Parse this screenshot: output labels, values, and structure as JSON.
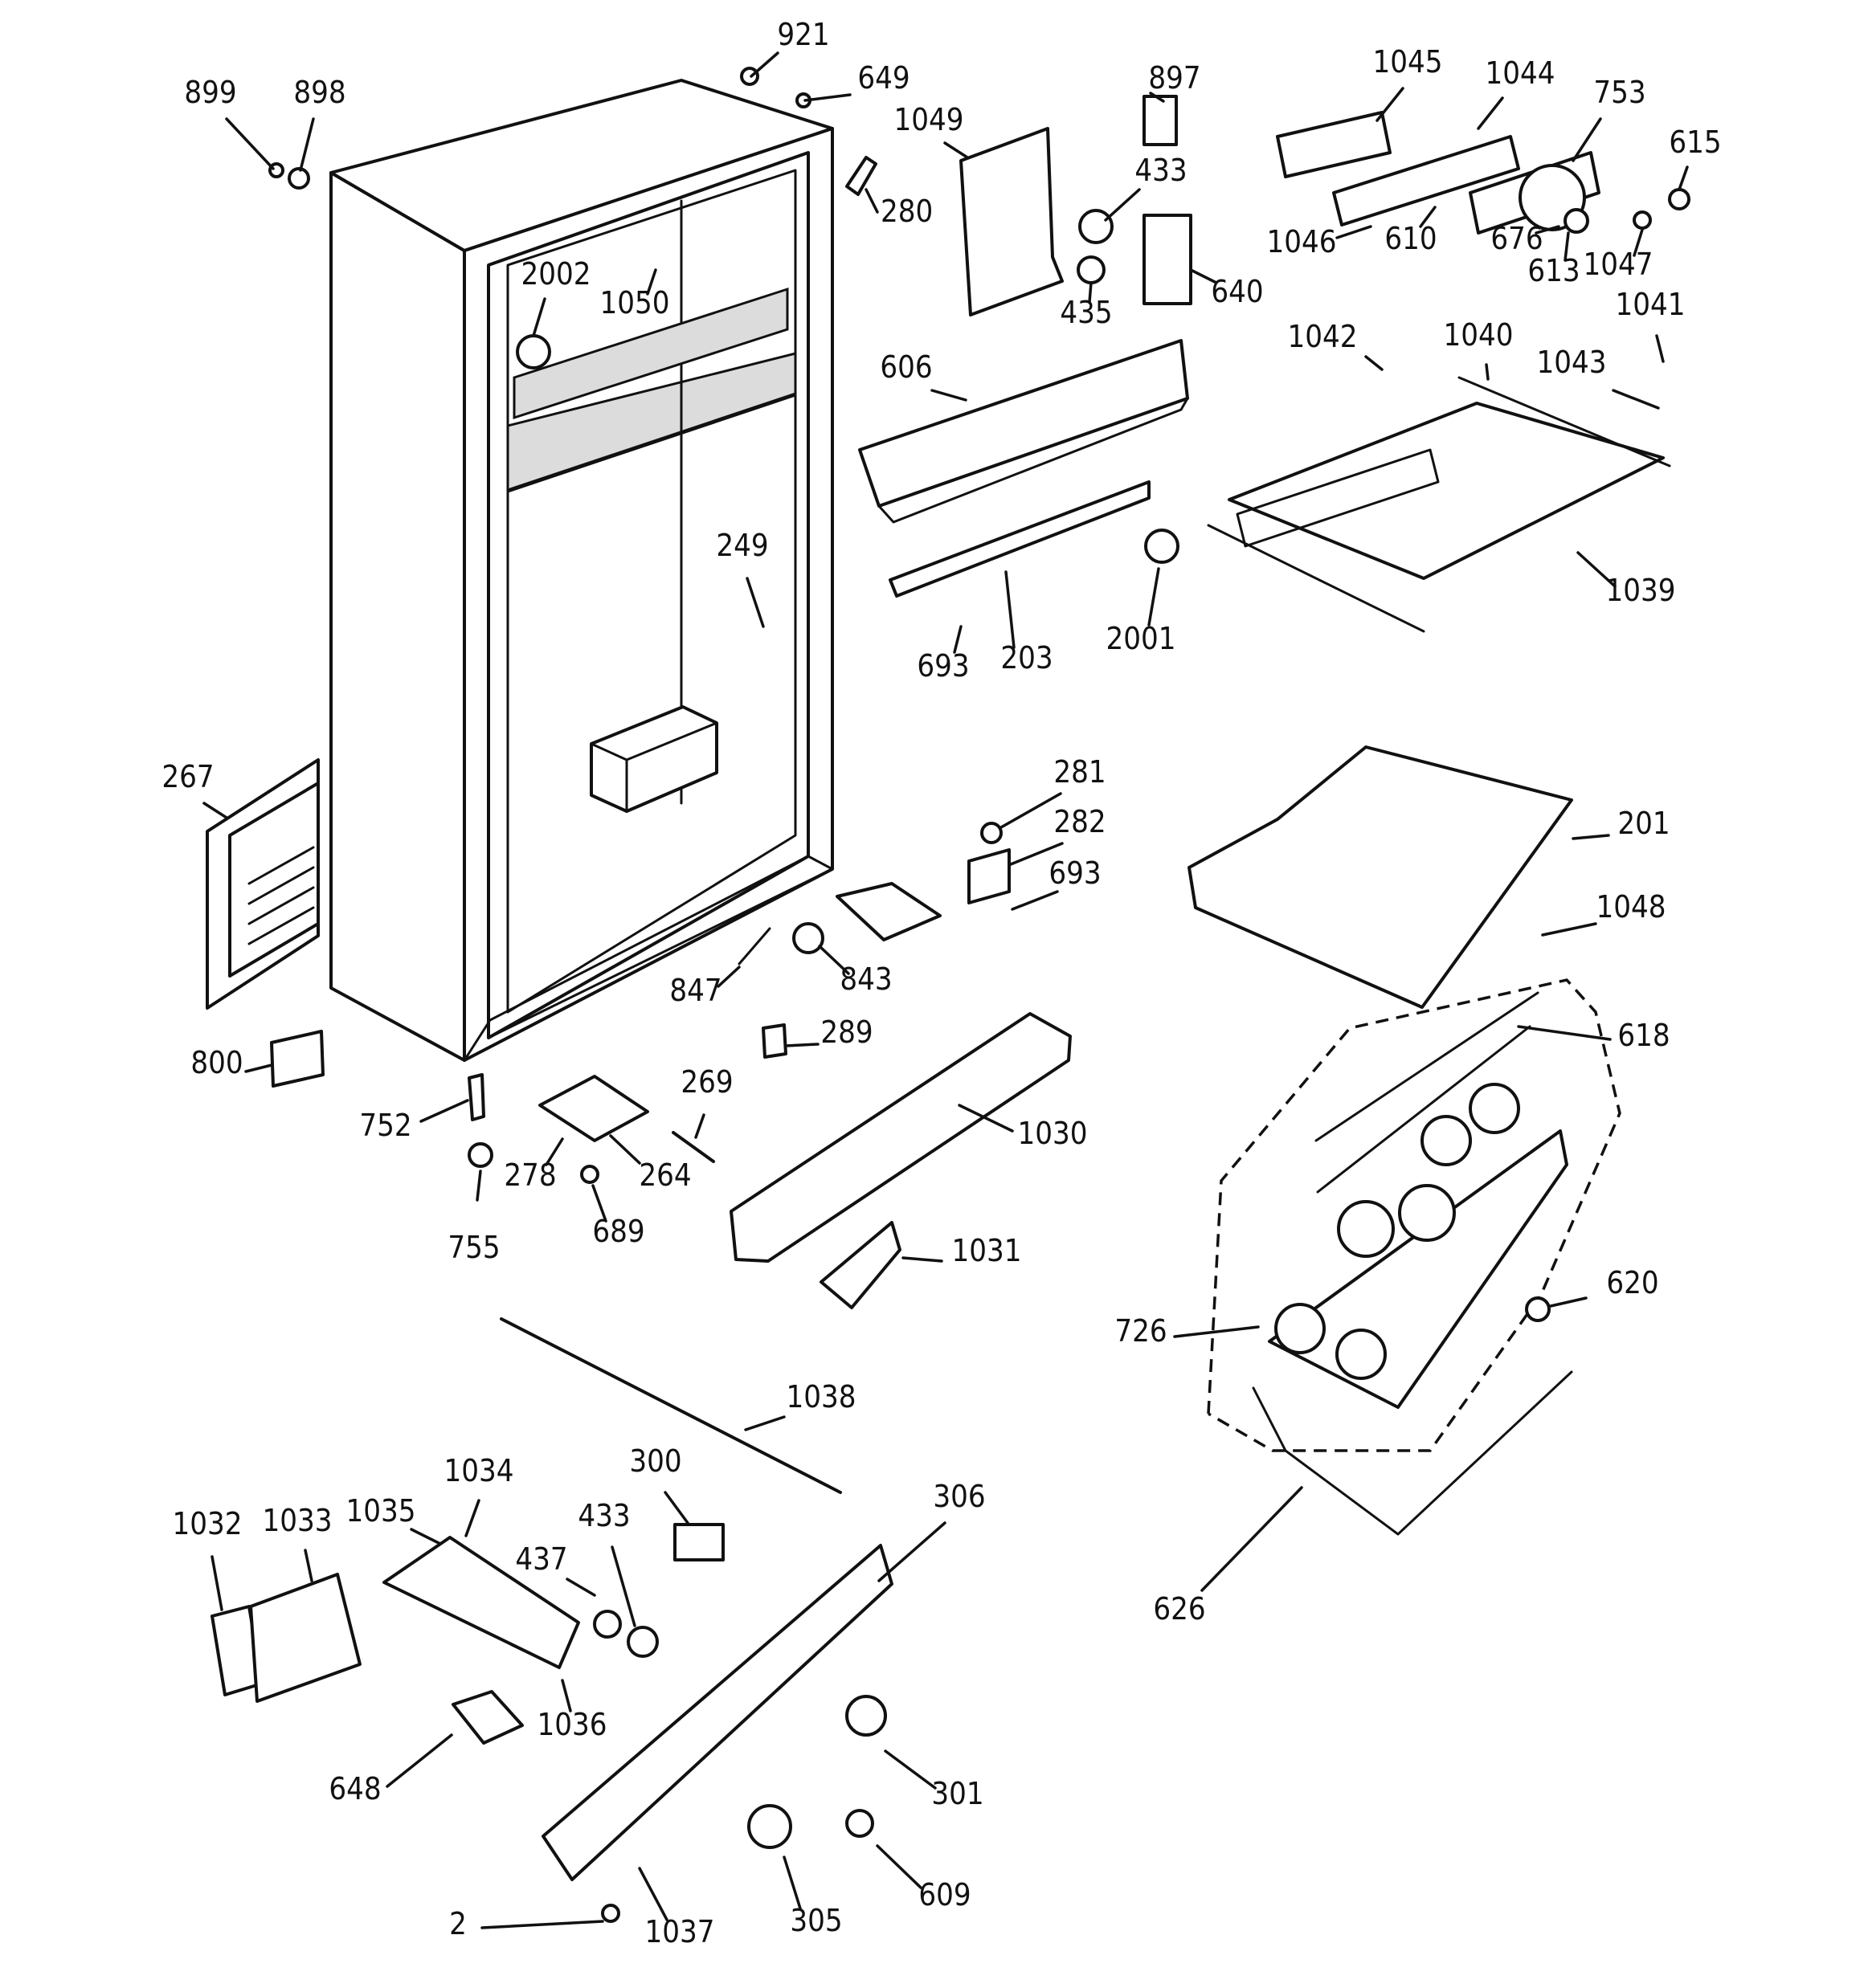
{
  "callouts": [
    {
      "id": "c921",
      "text": "921"
    },
    {
      "id": "c649",
      "text": "649"
    },
    {
      "id": "c899",
      "text": "899"
    },
    {
      "id": "c898",
      "text": "898"
    },
    {
      "id": "c897",
      "text": "897"
    },
    {
      "id": "c1049",
      "text": "1049"
    },
    {
      "id": "c433a",
      "text": "433"
    },
    {
      "id": "c435",
      "text": "435"
    },
    {
      "id": "c640",
      "text": "640"
    },
    {
      "id": "c280",
      "text": "280"
    },
    {
      "id": "c2002",
      "text": "2002"
    },
    {
      "id": "c1050",
      "text": "1050"
    },
    {
      "id": "c1045",
      "text": "1045"
    },
    {
      "id": "c1044",
      "text": "1044"
    },
    {
      "id": "c753",
      "text": "753"
    },
    {
      "id": "c615",
      "text": "615"
    },
    {
      "id": "c1046",
      "text": "1046"
    },
    {
      "id": "c610",
      "text": "610"
    },
    {
      "id": "c676",
      "text": "676"
    },
    {
      "id": "c613",
      "text": "613"
    },
    {
      "id": "c1047",
      "text": "1047"
    },
    {
      "id": "c1041",
      "text": "1041"
    },
    {
      "id": "c1042",
      "text": "1042"
    },
    {
      "id": "c1040",
      "text": "1040"
    },
    {
      "id": "c1043",
      "text": "1043"
    },
    {
      "id": "c606",
      "text": "606"
    },
    {
      "id": "c249",
      "text": "249"
    },
    {
      "id": "c693a",
      "text": "693"
    },
    {
      "id": "c203",
      "text": "203"
    },
    {
      "id": "c2001",
      "text": "2001"
    },
    {
      "id": "c1039",
      "text": "1039"
    },
    {
      "id": "c267",
      "text": "267"
    },
    {
      "id": "c281",
      "text": "281"
    },
    {
      "id": "c282",
      "text": "282"
    },
    {
      "id": "c693b",
      "text": "693"
    },
    {
      "id": "c201",
      "text": "201"
    },
    {
      "id": "c1048",
      "text": "1048"
    },
    {
      "id": "c847",
      "text": "847"
    },
    {
      "id": "c843",
      "text": "843"
    },
    {
      "id": "c618",
      "text": "618"
    },
    {
      "id": "c800",
      "text": "800"
    },
    {
      "id": "c289",
      "text": "289"
    },
    {
      "id": "c269",
      "text": "269"
    },
    {
      "id": "c752",
      "text": "752"
    },
    {
      "id": "c278",
      "text": "278"
    },
    {
      "id": "c264",
      "text": "264"
    },
    {
      "id": "c1030",
      "text": "1030"
    },
    {
      "id": "c755",
      "text": "755"
    },
    {
      "id": "c689",
      "text": "689"
    },
    {
      "id": "c1031",
      "text": "1031"
    },
    {
      "id": "c620",
      "text": "620"
    },
    {
      "id": "c726",
      "text": "726"
    },
    {
      "id": "c1038",
      "text": "1038"
    },
    {
      "id": "c300",
      "text": "300"
    },
    {
      "id": "c1034",
      "text": "1034"
    },
    {
      "id": "c306",
      "text": "306"
    },
    {
      "id": "c1032",
      "text": "1032"
    },
    {
      "id": "c1033",
      "text": "1033"
    },
    {
      "id": "c1035",
      "text": "1035"
    },
    {
      "id": "c433b",
      "text": "433"
    },
    {
      "id": "c437",
      "text": "437"
    },
    {
      "id": "c626",
      "text": "626"
    },
    {
      "id": "c1036",
      "text": "1036"
    },
    {
      "id": "c648",
      "text": "648"
    },
    {
      "id": "c301",
      "text": "301"
    },
    {
      "id": "c609",
      "text": "609"
    },
    {
      "id": "c2",
      "text": "2"
    },
    {
      "id": "c305",
      "text": "305"
    },
    {
      "id": "c1037",
      "text": "1037"
    }
  ]
}
